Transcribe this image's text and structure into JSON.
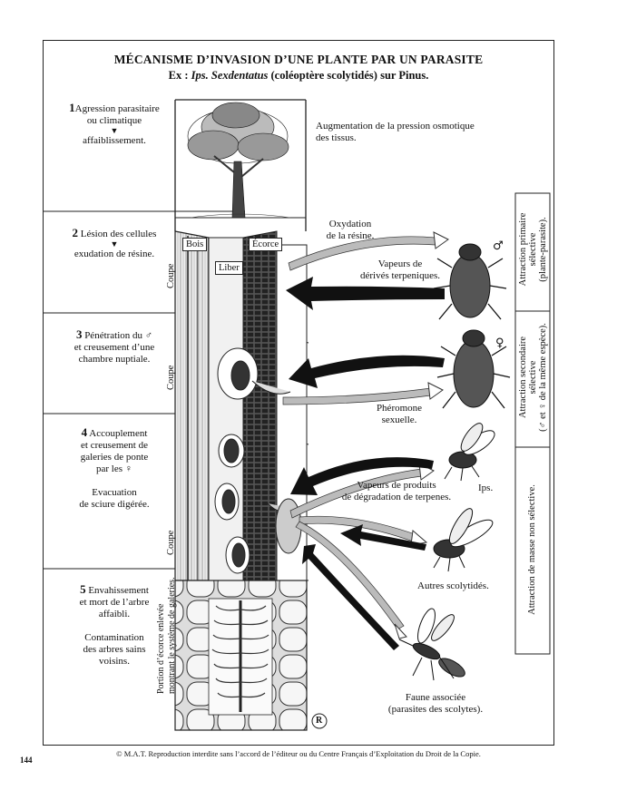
{
  "title": "MÉCANISME D’INVASION D’UNE PLANTE PAR UN PARASITE",
  "subtitle_prefix": "Ex :",
  "subtitle_species": "Ips. Sexdentatus",
  "subtitle_suffix": "(coléoptère scolytidés) sur Pinus.",
  "steps": [
    {
      "number": "1",
      "lines": [
        "Agression parasitaire",
        "ou climatique",
        "affaiblissement."
      ]
    },
    {
      "number": "2",
      "lines": [
        "Lésion des cellules",
        "exudation de résine."
      ]
    },
    {
      "number": "3",
      "lines": [
        "Pénétration du ♂",
        "et creusement d’une",
        "chambre nuptiale."
      ]
    },
    {
      "number": "4",
      "lines": [
        "Accouplement",
        "et creusement de",
        "galeries de ponte",
        "par les ♀"
      ],
      "extra": [
        "Evacuation",
        "de sciure digérée."
      ]
    },
    {
      "number": "5",
      "lines": [
        "Envahissement",
        "et mort de l’arbre",
        "affaibli."
      ],
      "extra": [
        "Contamination",
        "des arbres sains",
        "voisins."
      ]
    }
  ],
  "labels": {
    "osmotic": [
      "Augmentation de la pression osmotique",
      "des tissus."
    ],
    "oxidation": [
      "Oxydation",
      "de la résine."
    ],
    "vapeurs_terp": [
      "Vapeurs de",
      "dérivés terpeniques."
    ],
    "pheromone": [
      "Phéromone",
      "sexuelle."
    ],
    "vapeurs_prod": [
      "Vapeurs de produits",
      "de dégradation de terpenes."
    ],
    "ips": "Ips.",
    "autres": "Autres scolytidés.",
    "faune": [
      "Faune associée",
      "(parasites des scolytes)."
    ],
    "bois": "Bois",
    "ecorce": "Écorce",
    "liber": "Liber",
    "coupe": "Coupe",
    "portion": [
      "Portion d’écorce enlevée",
      "montrant le système de galeries."
    ],
    "male_symbol": "♂",
    "female_symbol": "♀"
  },
  "attraction": {
    "primary": [
      "Attraction primaire",
      "sélective",
      "(plante-parasite)."
    ],
    "secondary": [
      "Attraction secondaire",
      "sélective",
      "(♂ et ♀ de la même espèce)."
    ],
    "mass": "Attraction de masse non sélective."
  },
  "signature": "R",
  "footer": "© M.A.T. Reproduction interdite sans l’accord de l’éditeur ou du Centre Français d’Exploitation du Droit de la Copie.",
  "page_number": "144"
}
